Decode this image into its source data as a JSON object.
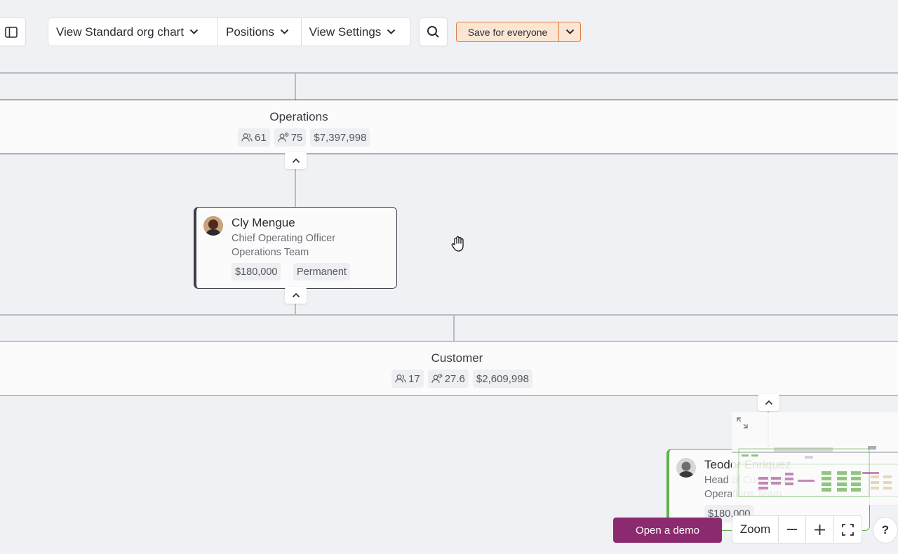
{
  "toolbar": {
    "view_chart_label": "View Standard org chart",
    "positions_label": "Positions",
    "view_settings_label": "View Settings",
    "save_label": "Save for everyone"
  },
  "departments": [
    {
      "name": "Operations",
      "headcount": "61",
      "positions": "75",
      "budget": "$7,397,998"
    },
    {
      "name": "Customer",
      "headcount": "17",
      "positions": "27.6",
      "budget": "$2,609,998"
    }
  ],
  "people": [
    {
      "name": "Cly Mengue",
      "title": "Chief Operating Officer",
      "team": "Operations Team",
      "salary": "$180,000",
      "contract": "Permanent"
    },
    {
      "name": "Teodor Enriquez",
      "title": "Head of Customer",
      "team": "Operations Team",
      "salary": "$180,000"
    }
  ],
  "bottom": {
    "demo_label": "Open a demo",
    "zoom_label": "Zoom",
    "help_label": "?"
  },
  "colors": {
    "accent_orange": "#e07b3f",
    "save_bg": "#fce6d3",
    "demo_purple": "#8c2a6f",
    "customer_green": "#5fb04a",
    "operations_border": "#3d3f45"
  },
  "icons": {
    "sidebar": "sidebar-toggle-icon",
    "search": "search-icon",
    "chevron": "chevron-down-icon",
    "people": "people-icon",
    "positions": "positions-icon",
    "collapse": "chevron-up-icon",
    "cursor": "hand-cursor-icon",
    "expand": "expand-icon",
    "fullscreen": "fullscreen-icon"
  }
}
